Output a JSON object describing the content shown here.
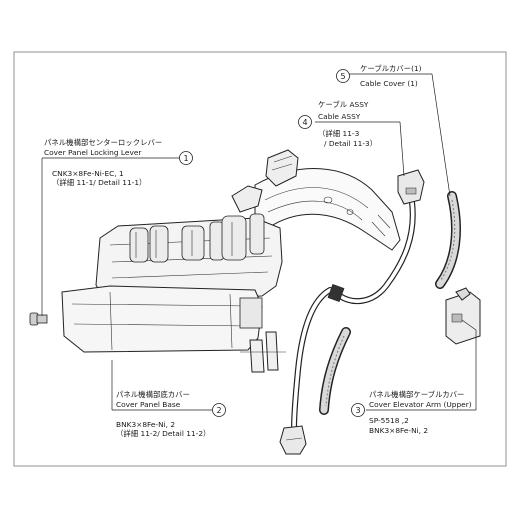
{
  "callouts": [
    {
      "number": "1",
      "label_jp": "パネル機構部センターロックレバー",
      "label_en": "Cover Panel Locking Lever",
      "spec_1": "CNK3×8Fe-Ni-EC, 1",
      "spec_2": "（詳細 11-1/ Detail 11-1）"
    },
    {
      "number": "2",
      "label_jp": "パネル機構部底カバー",
      "label_en": "Cover Panel Base",
      "spec_1": "BNK3×8Fe-Ni, 2",
      "spec_2": "（詳細 11-2/ Detail 11-2）"
    },
    {
      "number": "3",
      "label_jp": "パネル機構部ケーブルカバー",
      "label_en": "Cover Elevator Arm (Upper)",
      "spec_1": "SP-5518 ,2",
      "spec_2": "BNK3×8Fe-Ni, 2"
    },
    {
      "number": "4",
      "label_jp": "ケーブル ASSY",
      "label_en": "Cable ASSY",
      "spec_1": "（詳細 11-3",
      "spec_2": "/ Detail 11-3）"
    },
    {
      "number": "5",
      "label_jp": "ケーブルカバー(1)",
      "label_en": "Cable Cover (1)"
    }
  ]
}
